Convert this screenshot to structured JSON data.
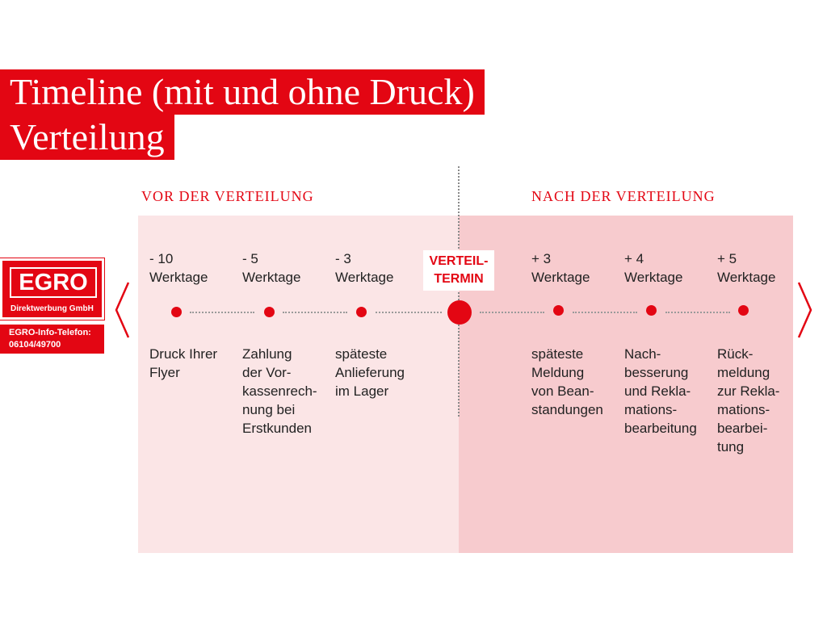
{
  "title": {
    "line1": "Timeline (mit und ohne Druck)",
    "line2": "Verteilung"
  },
  "sections": {
    "before": "VOR DER VERTEILUNG",
    "after": "NACH DER VERTEILUNG"
  },
  "center": {
    "label": "VERTEIL-\nTERMIN"
  },
  "stages": [
    {
      "day": "- 10",
      "unit": "Werktage",
      "desc": "Druck Ihrer\nFlyer"
    },
    {
      "day": "- 5",
      "unit": "Werktage",
      "desc": "Zahlung\nder Vor-\nkassenrech-\nnung bei\nErstkunden"
    },
    {
      "day": "- 3",
      "unit": "Werktage",
      "desc": "späteste\nAnlieferung\nim Lager"
    },
    {
      "day": "+ 3",
      "unit": "Werktage",
      "desc": "späteste\nMeldung\nvon Bean-\nstandungen"
    },
    {
      "day": "+ 4",
      "unit": "Werktage",
      "desc": "Nach-\nbesserung\nund Rekla-\nmations-\nbearbeitung"
    },
    {
      "day": "+ 5",
      "unit": "Werktage",
      "desc": "Rück-\nmeldung\nzur Rekla-\nmations-\nbearbei-\ntung"
    }
  ],
  "logo": {
    "name": "EGRO",
    "sub": "Direktwerbung GmbH",
    "phone": "EGRO-Info-Telefon:\n06104/49700"
  },
  "icons": {
    "prev": "chevron-left-icon",
    "next": "chevron-right-icon"
  },
  "colors": {
    "accent": "#e30613",
    "panel_before": "#fbe5e6",
    "panel_after": "#f7cbce"
  }
}
